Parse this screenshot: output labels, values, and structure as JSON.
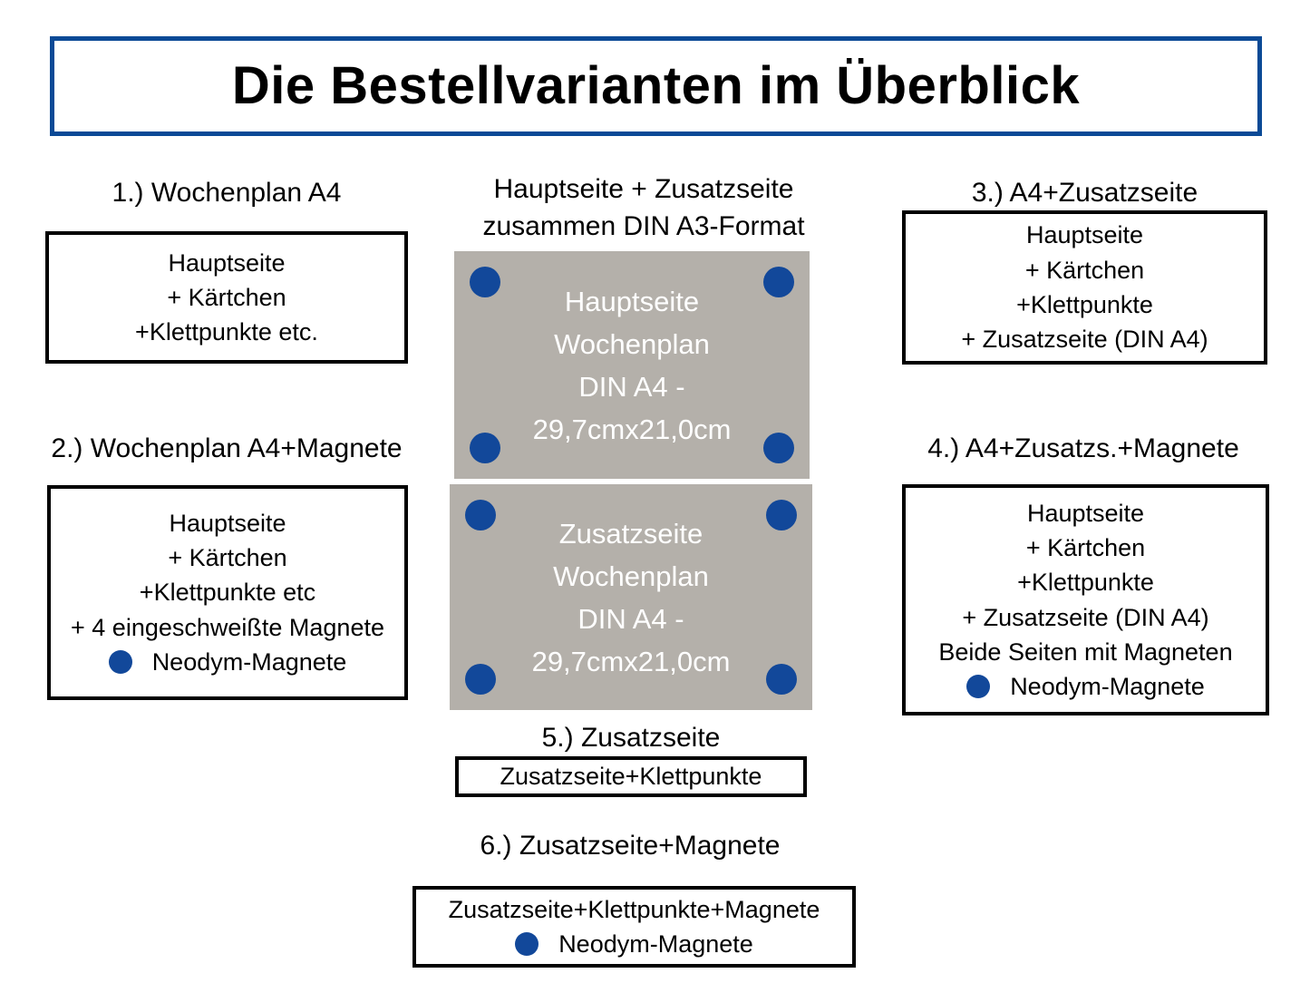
{
  "title": {
    "text": "Die Bestellvarianten im Überblick",
    "border_color": "#0b4a96"
  },
  "colors": {
    "magnet_blue": "#12489a",
    "page_gray": "#b4b0aa",
    "box_border": "#000000",
    "card_text": "#ffffff"
  },
  "center": {
    "heading_line1": "Hauptseite + Zusatzseite",
    "heading_line2": "zusammen DIN A3-Format",
    "cards": [
      {
        "name": "hauptseite-card",
        "line1": "Hauptseite",
        "line2": "Wochenplan",
        "line3": "DIN A4 -",
        "line4": "29,7cmx21,0cm",
        "magnet_count": 4
      },
      {
        "name": "zusatzseite-card",
        "line1": "Zusatzseite",
        "line2": "Wochenplan",
        "line3": "DIN A4 -",
        "line4": "29,7cmx21,0cm",
        "magnet_count": 4
      }
    ]
  },
  "variants": [
    {
      "id": 1,
      "heading": "1.) Wochenplan A4",
      "lines": [
        "Hauptseite",
        "+ Kärtchen",
        "+Klettpunkte etc."
      ],
      "legend": null
    },
    {
      "id": 2,
      "heading": "2.) Wochenplan A4+Magnete",
      "lines": [
        "Hauptseite",
        "+ Kärtchen",
        "+Klettpunkte etc",
        "+ 4 eingeschweißte Magnete"
      ],
      "legend": "Neodym-Magnete"
    },
    {
      "id": 3,
      "heading": "3.)  A4+Zusatzseite",
      "lines": [
        "Hauptseite",
        "+ Kärtchen",
        "+Klettpunkte",
        "+ Zusatzseite (DIN A4)"
      ],
      "legend": null
    },
    {
      "id": 4,
      "heading": "4.) A4+Zusatzs.+Magnete",
      "lines": [
        "Hauptseite",
        "+ Kärtchen",
        "+Klettpunkte",
        "+ Zusatzseite (DIN A4)",
        "Beide Seiten mit Magneten"
      ],
      "legend": "Neodym-Magnete"
    },
    {
      "id": 5,
      "heading": "5.) Zusatzseite",
      "lines": [
        "Zusatzseite+Klettpunkte"
      ],
      "legend": null
    },
    {
      "id": 6,
      "heading": "6.) Zusatzseite+Magnete",
      "lines": [
        "Zusatzseite+Klettpunkte+Magnete"
      ],
      "legend": "Neodym-Magnete"
    }
  ]
}
